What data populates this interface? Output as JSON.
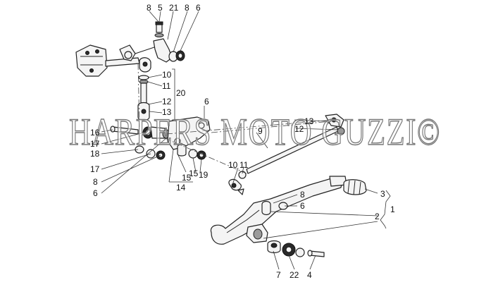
{
  "watermark": "HARPERS MOTO GUZZI©",
  "callouts": {
    "top_row": [
      "8",
      "5",
      "21",
      "8",
      "6"
    ],
    "c10a": "10",
    "c11a": "11",
    "c20": "20",
    "c12a": "12",
    "c13a": "13",
    "c6a": "6",
    "c16": "16",
    "c17a": "17",
    "c18": "18",
    "c17b": "17",
    "c8a": "8",
    "c6b": "6",
    "c15a": "15",
    "c15b": "15",
    "c19": "19",
    "c14": "14",
    "c9": "9",
    "c13b": "13",
    "c12b": "12",
    "c10b": "10",
    "c11b": "11",
    "c8b": "8",
    "c6c": "6",
    "c3": "3",
    "c2": "2",
    "c1": "1",
    "c7": "7",
    "c22": "22",
    "c4": "4"
  }
}
